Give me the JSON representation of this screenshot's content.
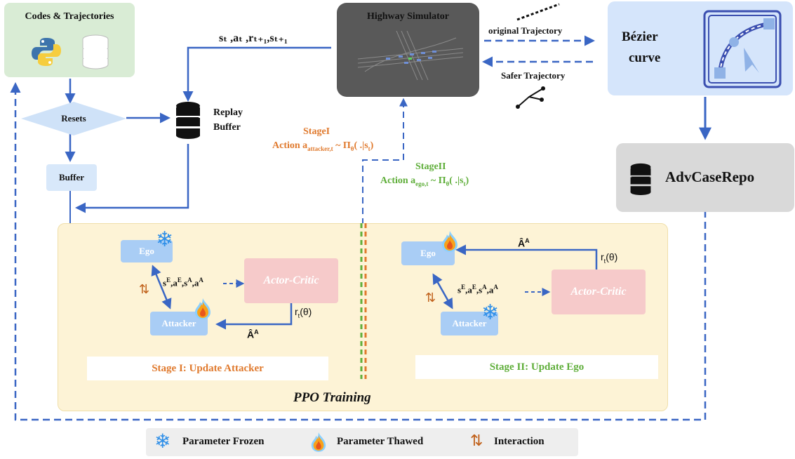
{
  "codes": {
    "title": "Codes & Trajectories"
  },
  "simulator": {
    "title": "Highway Simulator"
  },
  "bezier": {
    "line1": "Bézier",
    "line2": "curve"
  },
  "advcase": {
    "title": "AdvCaseRepo"
  },
  "resets": {
    "label": "Resets"
  },
  "buffer": {
    "label": "Buffer"
  },
  "replay": {
    "line1": "Replay",
    "line2": "Buffer"
  },
  "transition": {
    "text": "sₜ ,aₜ ,rₜ₊₁,sₜ₊₁"
  },
  "orig_traj": {
    "label": "original Trajectory"
  },
  "safer_traj": {
    "label": "Safer Trajectory"
  },
  "stage1_action": {
    "title": "StageI",
    "formula": "Action aattacker,t ~ Πθ( .|st)"
  },
  "stage2_action": {
    "title": "StageII",
    "formula": "Action aego,t ~ Πθ( .|st)"
  },
  "left_panel": {
    "ego": "Ego",
    "attacker": "Attacker",
    "actor_critic": "Actor-Critic",
    "state_tuple": "sE,aE,sA,aA",
    "ratio": "rt(θ)",
    "advantage": "ÂA",
    "stage_label": "Stage I: Update Attacker"
  },
  "right_panel": {
    "ego": "Ego",
    "attacker": "Attacker",
    "actor_critic": "Actor-Critic",
    "state_tuple": "sE,aE,sA,aA",
    "ratio": "rt(θ)",
    "advantage": "ÂA",
    "stage_label": "Stage II: Update Ego"
  },
  "ppo": {
    "title": "PPO Training"
  },
  "legend": {
    "frozen": "Parameter Frozen",
    "thawed": "Parameter Thawed",
    "interaction": "Interaction"
  },
  "colors": {
    "accent_blue": "#3a66c4",
    "stage1_orange": "#e07a2e",
    "stage2_green": "#5fae3a",
    "panel_yellow": "#fdf3d6",
    "actor_critic_pink": "#f6caca",
    "ego_box_blue": "#a9cdf5"
  }
}
